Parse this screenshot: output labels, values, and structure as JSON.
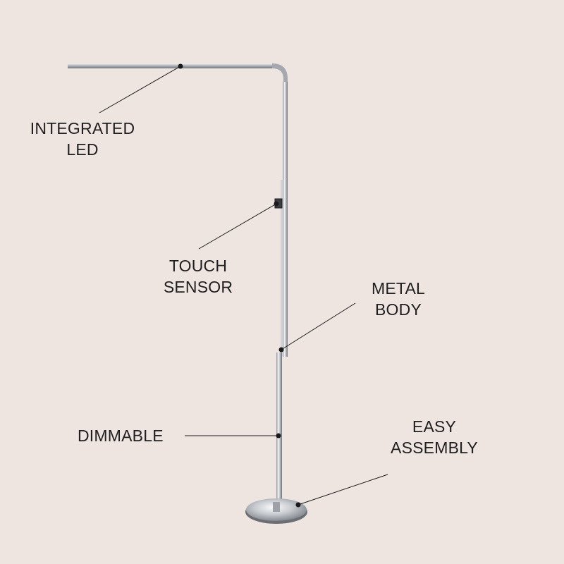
{
  "annotations": {
    "integrated_led": {
      "line1": "INTEGRATED",
      "line2": "LED"
    },
    "touch_sensor": {
      "line1": "TOUCH",
      "line2": "SENSOR"
    },
    "metal_body": {
      "line1": "METAL",
      "line2": "BODY"
    },
    "dimmable": {
      "line1": "DIMMABLE"
    },
    "easy_assembly": {
      "line1": "EASY",
      "line2": "ASSEMBLY"
    }
  },
  "colors": {
    "background": "#eee5e1",
    "text": "#1f1f1f",
    "leader_line": "#1a1a1a",
    "chrome": "#b9bcc2"
  }
}
